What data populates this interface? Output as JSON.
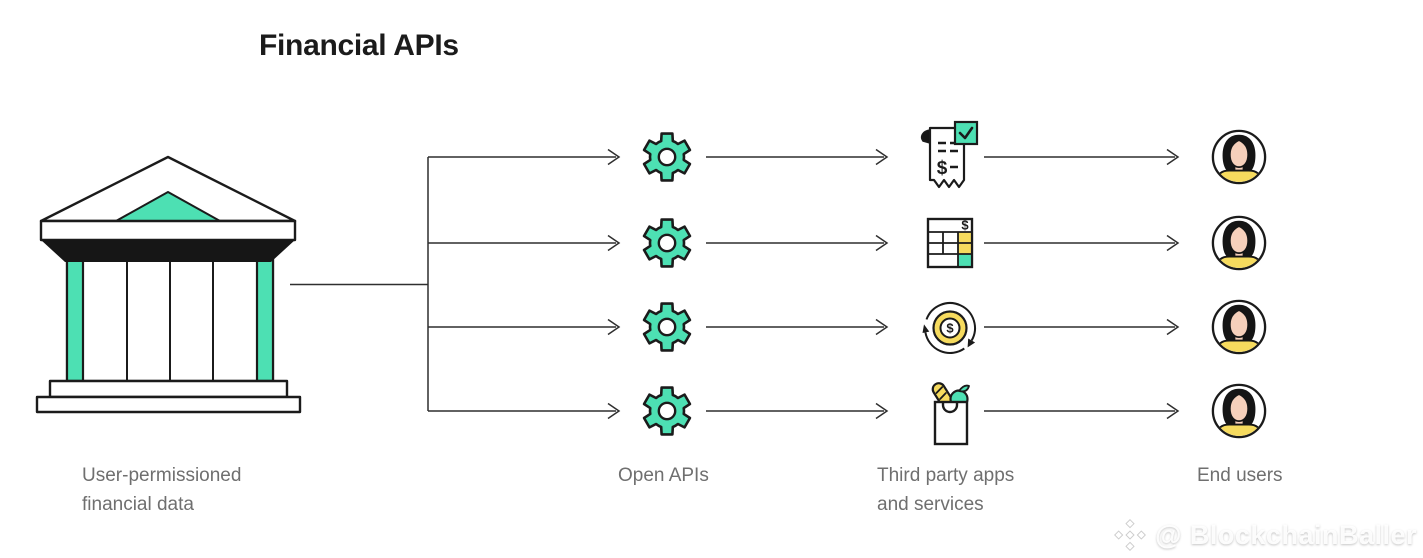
{
  "title": "Financial APIs",
  "stages": {
    "source": {
      "icon": "bank-icon",
      "label_lines": [
        "User-permissioned",
        "financial data"
      ]
    },
    "open_apis": {
      "icon": "gear-icon",
      "instances": 4,
      "label_lines": [
        "Open APIs"
      ]
    },
    "third_party": {
      "icon_names": [
        "receipt-check-icon",
        "spreadsheet-icon",
        "money-cycle-icon",
        "grocery-bag-icon"
      ],
      "currency_symbol": "$",
      "label_lines": [
        "Third party apps",
        "and services"
      ]
    },
    "end_users": {
      "icon": "person-avatar-icon",
      "instances": 4,
      "label_lines": [
        "End users"
      ]
    }
  },
  "watermark": {
    "icon": "binance-diamond-icon",
    "text": "@ BlockchainBaller"
  },
  "colors": {
    "mint": "#4DE0B3",
    "yellow": "#F6DB5E",
    "skin": "#F6D0BB",
    "ink": "#1B1B1B",
    "line": "#2F2F2F",
    "label_gray": "#6F6F6F",
    "background": "#FFFFFF"
  }
}
